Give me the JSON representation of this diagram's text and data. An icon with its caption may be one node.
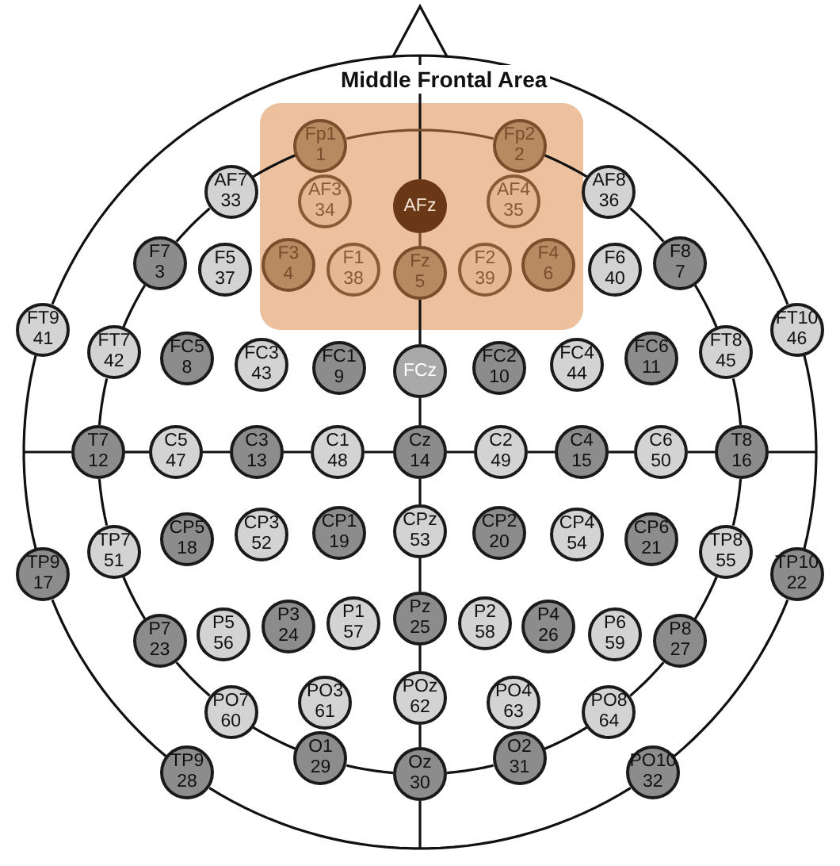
{
  "diagram": {
    "nodes": [
      {
        "text": [
          "Middle Frontal Area"
        ]
      },
      {
        "text": [
          "Fp1",
          "1"
        ],
        "in": 0
      },
      {
        "text": [
          "Fp2",
          "2"
        ],
        "in": 0
      },
      {
        "text": [
          "AF7",
          "33"
        ]
      },
      {
        "text": [
          "AF3",
          "34"
        ],
        "in": 0
      },
      {
        "text": [
          "AFz"
        ],
        "in": 0
      },
      {
        "text": [
          "AF4",
          "35"
        ],
        "in": 0
      },
      {
        "text": [
          "AF8",
          "36"
        ]
      },
      {
        "text": [
          "F7",
          "3"
        ]
      },
      {
        "text": [
          "F5",
          "37"
        ]
      },
      {
        "text": [
          "F3",
          "4"
        ],
        "in": 0
      },
      {
        "text": [
          "F1",
          "38"
        ],
        "in": 0
      },
      {
        "text": [
          "Fz",
          "5"
        ],
        "in": 0
      },
      {
        "text": [
          "F2",
          "39"
        ],
        "in": 0
      },
      {
        "text": [
          "F4",
          "6"
        ],
        "in": 0
      },
      {
        "text": [
          "F6",
          "40"
        ]
      },
      {
        "text": [
          "F8",
          "7"
        ]
      },
      {
        "text": [
          "FT9",
          "41"
        ]
      },
      {
        "text": [
          "FT7",
          "42"
        ]
      },
      {
        "text": [
          "FC5",
          "8"
        ]
      },
      {
        "text": [
          "FC3",
          "43"
        ]
      },
      {
        "text": [
          "FC1",
          "9"
        ]
      },
      {
        "text": [
          "FCz"
        ]
      },
      {
        "text": [
          "FC2",
          "10"
        ]
      },
      {
        "text": [
          "FC4",
          "44"
        ]
      },
      {
        "text": [
          "FC6",
          "11"
        ]
      },
      {
        "text": [
          "FT8",
          "45"
        ]
      },
      {
        "text": [
          "FT10",
          "46"
        ]
      },
      {
        "text": [
          "T7",
          "12"
        ]
      },
      {
        "text": [
          "C5",
          "47"
        ]
      },
      {
        "text": [
          "C3",
          "13"
        ]
      },
      {
        "text": [
          "C1",
          "48"
        ]
      },
      {
        "text": [
          "Cz",
          "14"
        ]
      },
      {
        "text": [
          "C2",
          "49"
        ]
      },
      {
        "text": [
          "C4",
          "15"
        ]
      },
      {
        "text": [
          "C6",
          "50"
        ]
      },
      {
        "text": [
          "T8",
          "16"
        ]
      },
      {
        "text": [
          "TP9",
          "17"
        ]
      },
      {
        "text": [
          "TP7",
          "51"
        ]
      },
      {
        "text": [
          "CP5",
          "18"
        ]
      },
      {
        "text": [
          "CP3",
          "52"
        ]
      },
      {
        "text": [
          "CP1",
          "19"
        ]
      },
      {
        "text": [
          "CPz",
          "53"
        ]
      },
      {
        "text": [
          "CP2",
          "20"
        ]
      },
      {
        "text": [
          "CP4",
          "54"
        ]
      },
      {
        "text": [
          "CP6",
          "21"
        ]
      },
      {
        "text": [
          "TP8",
          "55"
        ]
      },
      {
        "text": [
          "TP10",
          "22"
        ]
      },
      {
        "text": [
          "P7",
          "23"
        ]
      },
      {
        "text": [
          "P5",
          "56"
        ]
      },
      {
        "text": [
          "P3",
          "24"
        ]
      },
      {
        "text": [
          "P1",
          "57"
        ]
      },
      {
        "text": [
          "Pz",
          "25"
        ]
      },
      {
        "text": [
          "P2",
          "58"
        ]
      },
      {
        "text": [
          "P4",
          "26"
        ]
      },
      {
        "text": [
          "P6",
          "59"
        ]
      },
      {
        "text": [
          "P8",
          "27"
        ]
      },
      {
        "text": [
          "PO7",
          "60"
        ]
      },
      {
        "text": [
          "PO3",
          "61"
        ]
      },
      {
        "text": [
          "POz",
          "62"
        ]
      },
      {
        "text": [
          "PO4",
          "63"
        ]
      },
      {
        "text": [
          "PO8",
          "64"
        ]
      },
      {
        "text": [
          "TP9",
          "28"
        ]
      },
      {
        "text": [
          "O1",
          "29"
        ]
      },
      {
        "text": [
          "Oz",
          "30"
        ]
      },
      {
        "text": [
          "O2",
          "31"
        ]
      },
      {
        "text": [
          "PO10",
          "32"
        ]
      }
    ],
    "edges": [
      {
        "from": null,
        "to": 5,
        "arrow": "none"
      },
      {
        "from": 5,
        "to": 12,
        "arrow": "none",
        "color": "#7a4e2c"
      },
      {
        "from": 12,
        "to": 22,
        "arrow": "none"
      },
      {
        "from": 22,
        "to": 32,
        "arrow": "none"
      },
      {
        "from": 32,
        "to": 42,
        "arrow": "none"
      },
      {
        "from": 42,
        "to": 52,
        "arrow": "none"
      },
      {
        "from": 52,
        "to": 59,
        "arrow": "none"
      },
      {
        "from": 59,
        "to": 64,
        "arrow": "none"
      },
      {
        "from": 64,
        "to": null,
        "arrow": "none"
      },
      {
        "from": null,
        "to": 28,
        "arrow": "none"
      },
      {
        "from": 28,
        "to": 29,
        "arrow": "none"
      },
      {
        "from": 29,
        "to": 30,
        "arrow": "none"
      },
      {
        "from": 30,
        "to": 31,
        "arrow": "none"
      },
      {
        "from": 31,
        "to": 32,
        "arrow": "none"
      },
      {
        "from": 32,
        "to": 33,
        "arrow": "none"
      },
      {
        "from": 33,
        "to": 34,
        "arrow": "none"
      },
      {
        "from": 34,
        "to": 35,
        "arrow": "none"
      },
      {
        "from": 35,
        "to": 36,
        "arrow": "none"
      },
      {
        "from": 36,
        "to": null,
        "arrow": "none"
      },
      {
        "from": 1,
        "to": 2,
        "arrow": "none",
        "color": "#7a4e2c"
      },
      {
        "from": 1,
        "to": 3,
        "arrow": "none"
      },
      {
        "from": 3,
        "to": 8,
        "arrow": "none"
      },
      {
        "from": 8,
        "to": 18,
        "arrow": "none"
      },
      {
        "from": 18,
        "to": 28,
        "arrow": "none"
      },
      {
        "from": 28,
        "to": 38,
        "arrow": "none"
      },
      {
        "from": 38,
        "to": 48,
        "arrow": "none"
      },
      {
        "from": 48,
        "to": 57,
        "arrow": "none"
      },
      {
        "from": 57,
        "to": 63,
        "arrow": "none"
      },
      {
        "from": 63,
        "to": 64,
        "arrow": "none"
      },
      {
        "from": 64,
        "to": 65,
        "arrow": "none"
      },
      {
        "from": 65,
        "to": 61,
        "arrow": "none"
      },
      {
        "from": 61,
        "to": 56,
        "arrow": "none"
      },
      {
        "from": 56,
        "to": 46,
        "arrow": "none"
      },
      {
        "from": 46,
        "to": 36,
        "arrow": "none"
      },
      {
        "from": 36,
        "to": 26,
        "arrow": "none"
      },
      {
        "from": 26,
        "to": 16,
        "arrow": "none"
      },
      {
        "from": 16,
        "to": 7,
        "arrow": "none"
      },
      {
        "from": 7,
        "to": 2,
        "arrow": "none"
      },
      {
        "from": 17,
        "to": 37,
        "arrow": "none"
      },
      {
        "from": 37,
        "to": 62,
        "arrow": "none"
      },
      {
        "from": 62,
        "to": 66,
        "arrow": "none"
      },
      {
        "from": 66,
        "to": 47,
        "arrow": "none"
      },
      {
        "from": 47,
        "to": 27,
        "arrow": "none"
      }
    ]
  }
}
